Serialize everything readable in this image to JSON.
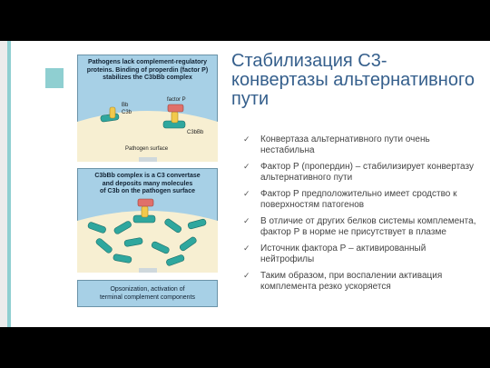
{
  "slide": {
    "title": "Стабилизация С3-конвертазы альтернативного пути",
    "bullet_marker": "✓",
    "bullets": [
      "Конвертаза альтернативного пути очень нестабильна",
      "Фактор Р (пропердин) – стабилизирует конвертазу альтернативного пути",
      "Фактор Р предположительно имеет сродство к поверхностям патогенов",
      "В отличие от других белков системы комплемента, фактор Р в норме не присутствует в плазме",
      "Источник фактора Р – активированный нейтрофилы",
      "Таким образом, при воспалении активация комплемента резко ускоряется"
    ]
  },
  "figure": {
    "top_caption": [
      "Pathogens lack complement-regulatory",
      "proteins. Binding of properdin (factor P)",
      "stabilizes the C3bBb complex"
    ],
    "labels": {
      "bb": "Bb",
      "c3b": "C3b",
      "factor_p": "factor P",
      "c3bbb": "C3bBb",
      "pathogen_surface": "Pathogen surface"
    },
    "middle_caption": [
      "C3bBb complex is a C3 convertase",
      "and deposits many molecules",
      "of C3b on the pathogen surface"
    ],
    "bottom_caption": [
      "Opsonization, activation of",
      "terminal complement components"
    ],
    "colors": {
      "panel": "#a7d0e6",
      "surface": "#f7efd2",
      "c3b": "#2fa79e",
      "bb": "#f2c94c",
      "factor_p": "#e0706a",
      "arrow": "#cfd8dc"
    }
  }
}
